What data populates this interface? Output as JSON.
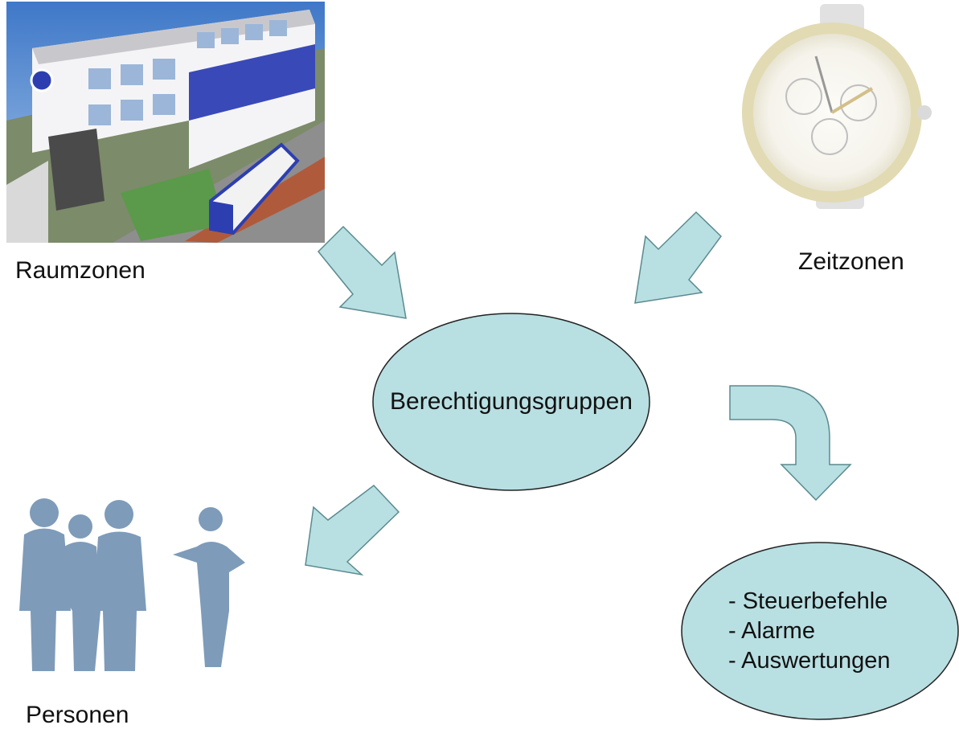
{
  "colors": {
    "arrow_fill": "#b8dfe2",
    "arrow_stroke": "#5b8a8f",
    "ellipse_fill": "#b8dfe2",
    "ellipse_stroke": "#222222",
    "silhouette": "#7e9bb9"
  },
  "images": {
    "building": "building-bus-illustration",
    "watch": "chronograph-watch-illustration",
    "people": "people-silhouettes-illustration"
  },
  "labels": {
    "raumzonen": "Raumzonen",
    "zeitzonen": "Zeitzonen",
    "personen": "Personen"
  },
  "center": {
    "label": "Berechtigungsgruppen"
  },
  "outputs": {
    "items": [
      "- Steuerbefehle",
      "- Alarme",
      "- Auswertungen"
    ]
  }
}
